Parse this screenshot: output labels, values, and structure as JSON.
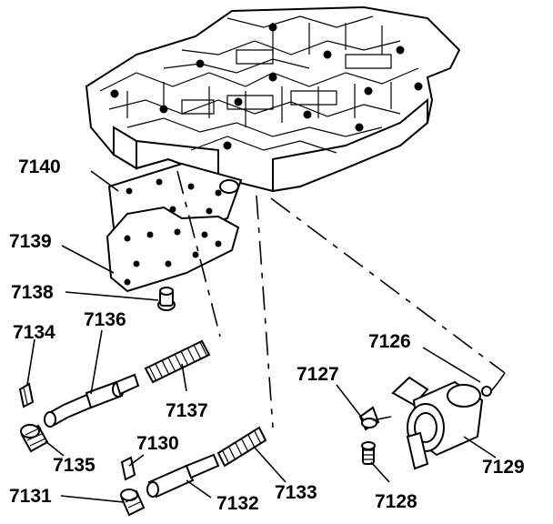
{
  "colors": {
    "ink": "#000000",
    "paper": "#ffffff"
  },
  "callouts": {
    "c7140": "7140",
    "c7139": "7139",
    "c7138": "7138",
    "c7134": "7134",
    "c7136": "7136",
    "c7137": "7137",
    "c7135": "7135",
    "c7130": "7130",
    "c7131": "7131",
    "c7132": "7132",
    "c7133": "7133",
    "c7126": "7126",
    "c7127": "7127",
    "c7128": "7128",
    "c7129": "7129"
  }
}
